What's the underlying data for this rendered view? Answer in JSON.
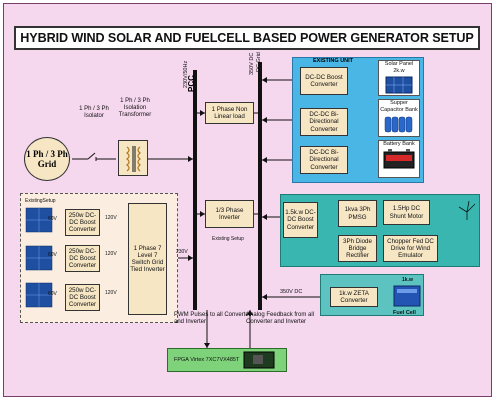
{
  "title": "HYBRID WIND SOLAR AND FUELCELL BASED POWER GENERATOR SETUP",
  "grid": {
    "label": "1 Ph / 3 Ph Grid",
    "isolator": "1 Ph / 3 Ph Isolator",
    "transformer": "1 Ph / 3 Ph Isolation Transformer"
  },
  "buses": {
    "pcc_rating": "230V/50Hz",
    "pcc_label": "PCC",
    "dc_rating": "350V DC",
    "dc_label": "DC Grid"
  },
  "load": "1 Phase Non Linear load",
  "inverter_13": "1/3 Phase Inverter",
  "existing_setup_mid": "Existing Setup",
  "existing_unit": {
    "title": "EXISTING UNIT",
    "boost": "DC-DC Boost Converter",
    "bidir1": "DC-DC Bi-Directional Converter",
    "bidir2": "DC-DC Bi-Directional Converter",
    "solar": "Solar Panel 2k.w",
    "supercap": "Supper Capacitor Bank",
    "battery": "Battery Bank"
  },
  "wind": {
    "boost": "1.5k.w DC-DC Boost Converter",
    "pmsg": "1kva 3Ph PMSG",
    "shunt": "1.5Hp DC Shunt Motor",
    "rectifier": "3Ph Diode Bridge Rectifier",
    "drive": "Chopper Fed DC Drive for Wind Emulator"
  },
  "solar_left": {
    "title": "ExistingSetup",
    "panel_voltage": "60V",
    "converter": "250w DC-DC Boost Converter",
    "output_voltage": "120V",
    "inverter": "1 Phase 7 Level 7 Switch Grid Tied Inverter",
    "ac_voltage": "230V"
  },
  "fuelcell": {
    "rating": "1k.w",
    "converter": "1k.w ZETA Converter",
    "label": "Fuel Cell",
    "bus_voltage": "350V DC"
  },
  "control": {
    "pwm": "PWM Pulses to all Converter and Inverter",
    "feedback": "Analog Feedback from all Converter and Inverter",
    "fpga": "FPGA Virtex 7XC7VX485T"
  },
  "colors": {
    "background": "#f5d7ee",
    "block": "#f6e6c4",
    "existing_unit": "#4ab6e6",
    "wind_panel": "#39b6b0",
    "fpga": "#7ed27a"
  }
}
